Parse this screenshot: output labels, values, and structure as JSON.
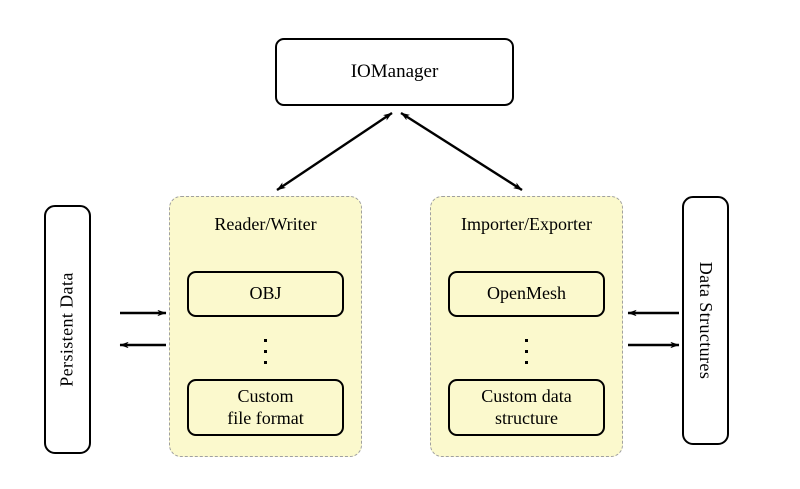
{
  "diagram": {
    "title_node": {
      "label": "IOManager"
    },
    "left_external": {
      "label": "Persistent Data"
    },
    "right_external": {
      "label": "Data Structures"
    },
    "groups": [
      {
        "id": "reader-writer",
        "title": "Reader/Writer",
        "items": [
          {
            "label": "OBJ"
          },
          {
            "label": "⋮"
          },
          {
            "label_line1": "Custom",
            "label_line2": "file format"
          }
        ]
      },
      {
        "id": "importer-exporter",
        "title": "Importer/Exporter",
        "items": [
          {
            "label": "OpenMesh"
          },
          {
            "label": "⋮"
          },
          {
            "label_line1": "Custom data",
            "label_line2": "structure"
          }
        ]
      }
    ],
    "connections": [
      {
        "name": "iomanager-to-reader-writer",
        "from": "IOManager",
        "to": "Reader/Writer",
        "style": "double-headed"
      },
      {
        "name": "iomanager-to-importer-exporter",
        "from": "IOManager",
        "to": "Importer/Exporter",
        "style": "double-headed"
      },
      {
        "name": "persistent-data-to-reader-writer",
        "from": "Persistent Data",
        "to": "Reader/Writer",
        "style": "single-headed-right"
      },
      {
        "name": "reader-writer-to-persistent-data",
        "from": "Reader/Writer",
        "to": "Persistent Data",
        "style": "single-headed-left"
      },
      {
        "name": "data-structures-to-importer-exporter",
        "from": "Data Structures",
        "to": "Importer/Exporter",
        "style": "single-headed-left"
      },
      {
        "name": "importer-exporter-to-data-structures",
        "from": "Importer/Exporter",
        "to": "Data Structures",
        "style": "single-headed-right"
      }
    ]
  },
  "colors": {
    "panel_fill": "#fbf9cd",
    "panel_border": "#a0a0a0",
    "node_border": "#000000",
    "background": "#ffffff"
  }
}
